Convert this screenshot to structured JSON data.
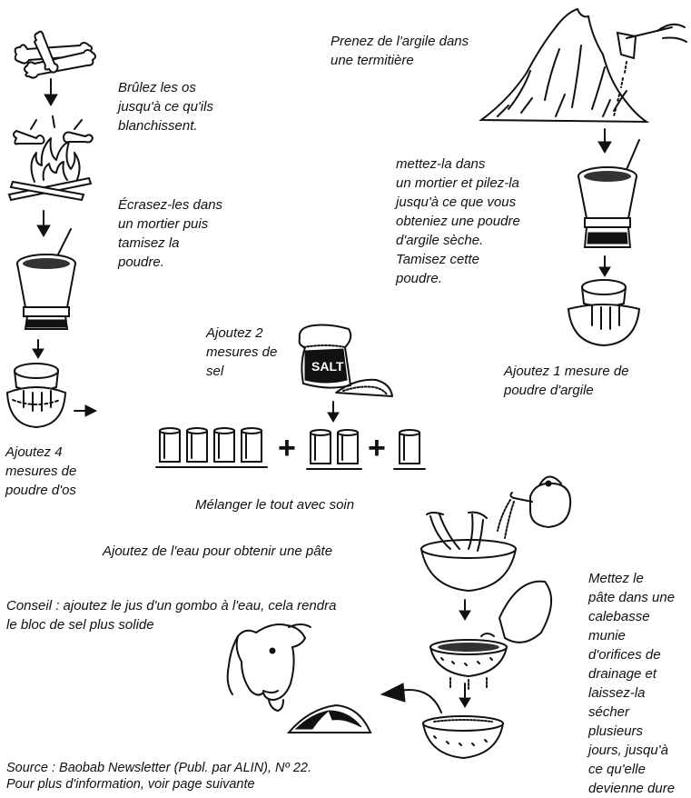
{
  "steps": {
    "burn_bones": "Brûlez les os\njusqu'à ce qu'ils\nblanchissent.",
    "crush_bones": "Écrasez-les dans\nun mortier puis\ntamisez la\npoudre.",
    "add_bone_powder": "Ajoutez 4\nmesures de\npoudre d'os",
    "take_clay": "Prenez de l'argile dans\nune termitière",
    "pound_clay": "mettez-la dans\nun mortier et pilez-la\njusqu'à ce que vous\nobteniez une poudre\nd'argile sèche.\nTamisez cette\npoudre.",
    "add_clay_powder": "Ajoutez 1 mesure de\npoudre d'argile",
    "add_salt": "Ajoutez 2\nmesures de\nsel",
    "mix_all": "Mélanger le tout avec soin",
    "add_water": "Ajoutez de l'eau pour obtenir une pâte",
    "advice": "Conseil : ajoutez le jus d'un gombo à l'eau, cela rendra\nle bloc de sel plus solide",
    "dry_paste": "Mettez le\npâte dans une\ncalebasse\nmunie\nd'orifices de\ndrainage et\nlaissez-la\nsécher\nplusieurs\njours, jusqu'à\nce qu'elle\ndevienne dure",
    "source": "Source : Baobab Newsletter (Publ. par ALIN), Nº 22.\nPour plus d'information, voir page suivante"
  },
  "salt_bag_label": "SALT",
  "plus_sign": "+",
  "ink_color": "#111111"
}
